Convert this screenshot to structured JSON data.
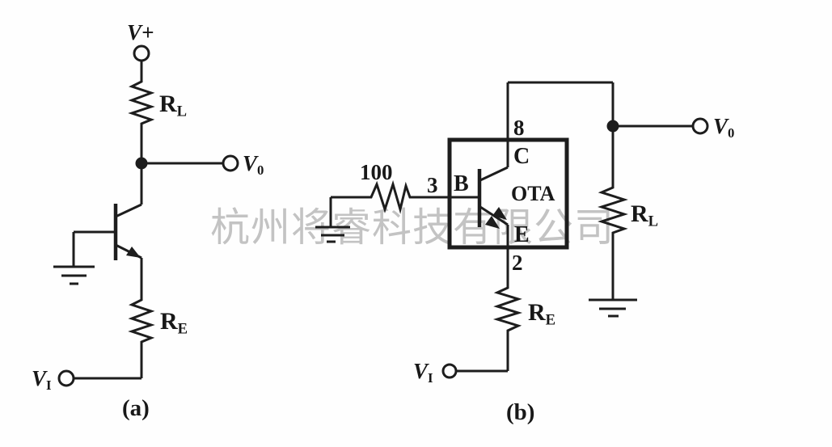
{
  "colors": {
    "ink": "#1d1d1d",
    "background": "#fefefe",
    "watermark": "#bdbdbd"
  },
  "watermark": {
    "text": "杭州将睿科技有限公司"
  },
  "circuit_a": {
    "caption": "(a)",
    "supply_label": "V+",
    "load_resistor": {
      "main": "R",
      "sub": "L"
    },
    "emitter_resistor": {
      "main": "R",
      "sub": "E"
    },
    "output": {
      "main": "V",
      "sub": "0"
    },
    "input": {
      "main": "V",
      "sub": "I"
    }
  },
  "circuit_b": {
    "caption": "(b)",
    "device_label": "OTA",
    "base_resistor_value": "100",
    "pins": {
      "collector": "8",
      "base": "3",
      "emitter": "2"
    },
    "terminals": {
      "collector": "C",
      "base": "B",
      "emitter": "E"
    },
    "load_resistor": {
      "main": "R",
      "sub": "L"
    },
    "emitter_resistor": {
      "main": "R",
      "sub": "E"
    },
    "output": {
      "main": "V",
      "sub": "0"
    },
    "input": {
      "main": "V",
      "sub": "I"
    }
  }
}
